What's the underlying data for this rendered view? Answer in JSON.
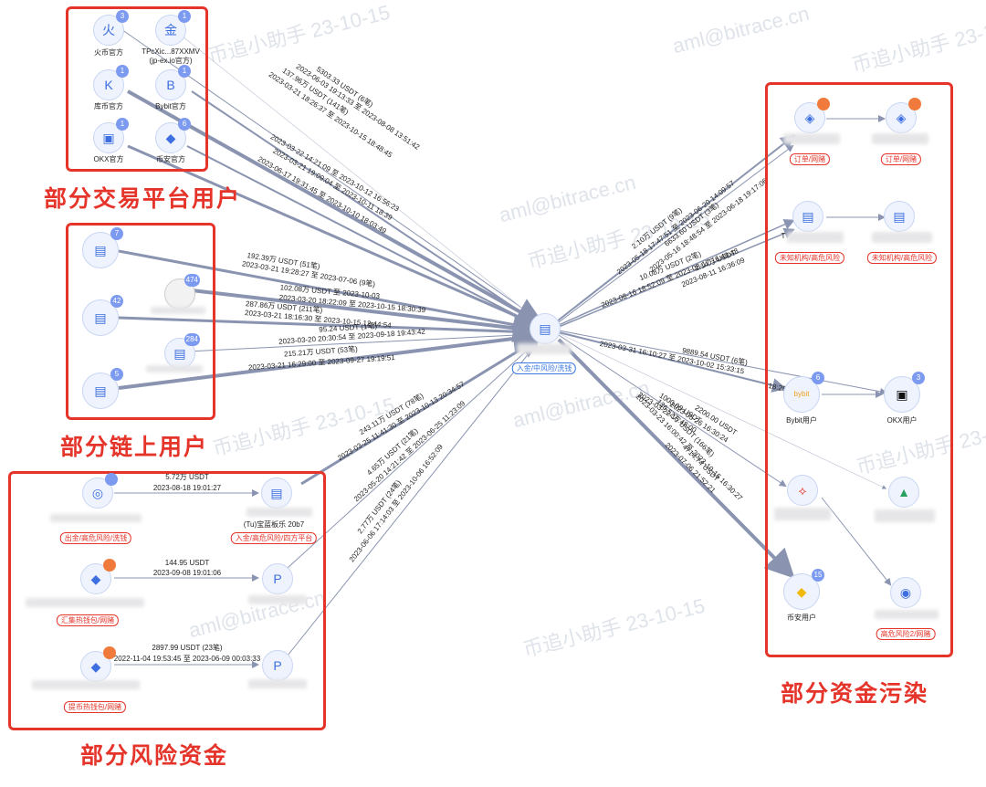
{
  "sections": {
    "exchanges": "部分交易平台用户",
    "onchain": "部分链上用户",
    "risk_funds": "部分风险资金",
    "pollution": "部分资金污染"
  },
  "watermarks": [
    "aml@bitrace.cn",
    "币追小助手 23-10-15"
  ],
  "center": {
    "tag": "入金/中风险/洗钱"
  },
  "exchange_nodes": [
    {
      "label": "火币官方",
      "badge": "3",
      "glyph": "火"
    },
    {
      "label": "TPcXic...87XXMV\n(jp-ex.io官方)",
      "badge": "1",
      "glyph": "金"
    },
    {
      "label": "库币官方",
      "badge": "1",
      "glyph": "K"
    },
    {
      "label": "Bybit官方",
      "badge": "1",
      "glyph": "B"
    },
    {
      "label": "OKX官方",
      "badge": "1",
      "glyph": "▣"
    },
    {
      "label": "币安官方",
      "badge": "6",
      "glyph": "◆"
    }
  ],
  "onchain_nodes": [
    {
      "badge": "7"
    },
    {
      "badge": "474"
    },
    {
      "badge": "42"
    },
    {
      "badge": "284"
    },
    {
      "badge": "5"
    }
  ],
  "risk_nodes": {
    "r1_left_tag": "出金/高危风险/洗钱",
    "r1_right_tag": "入金/高危风险/四方平台",
    "r1_right_label": "(Tu)宝蓝板乐 20b7",
    "r1_edge": [
      "5.72万 USDT",
      "2023-08-18 19:01:27"
    ],
    "r2_left_tag": "汇集热钱包/网赌",
    "r2_edge": [
      "144.95 USDT",
      "2023-09-08 19:01:06"
    ],
    "r3_left_tag": "提币热钱包/网赌",
    "r3_edge": [
      "2897.99 USDT (23笔)",
      "2022-11-04 19:53:45 至 2023-06-09 00:03:33"
    ]
  },
  "pollution_nodes": {
    "p1_tag": "订单/网赌",
    "p2_tag": "订单/网赌",
    "p3_tag": "未知机构/高危风险",
    "p3_label": "T",
    "p4_tag": "未知机构/高危风险",
    "p5_label": "Bybit用户",
    "p6_label": "OKX用户",
    "p6_badge": "3",
    "p5_badge": "6",
    "p9_label": "币安用户",
    "p9_badge": "15",
    "p10_tag": "高危风险2/网赌"
  },
  "edge_texts": {
    "ex": [
      "5303.33 USDT (6笔)",
      "2023-06-03 19:13:33 至 2023-08-08 13:51:42",
      "137.96万 USDT (141笔)",
      "2023-03-21 18:26:37 至 2023-10-15 18:48:45",
      "2023-03-22 14:21:09 至 2023-10-12 16:56:23",
      "2023-03-21 19:09:04 至 2023-10-11 18:39",
      "2023-06-17 19:31:45 至 2023-10-10 18:03:49"
    ],
    "oc": [
      "192.39万 USDT (51笔)",
      "2023-03-21 19:28:27 至 2023-07-06 (9笔)",
      "102.08万 USDT 至 2023-10-03",
      "2023-03-20 18:22:09 至 2023-10-15 18:30:39",
      "287.86万 USDT (211笔)",
      "2023-03-21 18:16:30 至 2023-10-15 12:44:54",
      "95.24 USDT (1笔)",
      "2023-03-20 20:30:54 至 2023-09-18 19:43:42",
      "215.21万 USDT (53笔)",
      "2023-03-21 16:29:00 至 2023-09-27 19:19:51"
    ],
    "rk": [
      "243.11万 USDT (78笔)",
      "2023-03-25 11:41:30 至 2023-10-13 20:34:57",
      "4.65万 USDT (21笔)",
      "2023-05-20 14:21:42 至 2023-06-25 11:23:09",
      "2.77万 USDT (24笔)",
      "2023-06-06 17:14:03 至 2023-10-06 16:52:09"
    ],
    "po": [
      "2.10万 USDT (9笔)",
      "2023-05-18 17:47:51 至 2023-06-20 14:09:57",
      "6633.60 USDT (3笔)",
      "2023-05-16 18:48:54 至 2023-06-18 19:17:06",
      "10.08万 USDT (2笔)",
      "2023-08-16 18:52:09 至 2023-08-17 16:49:48",
      "2.14万 USDT",
      "2023-08-11 16:36:09",
      "9889.54 USDT (6笔)",
      "2023-03-31 16:10:27 至 2023-10-02 15:33:15",
      "1000.00 USDT",
      "2023-03-22 16:48:00",
      "2200.00 USDT",
      "2023-05-26 16:30:24",
      "4714.74 USDT",
      "2023-07-06 21:52:21",
      "136.52万 USDT (166笔)",
      "2023-03-23 16:00:42 至 2023-10-15 16:30:27",
      "18:25:06"
    ]
  },
  "colors": {
    "red": "#e5342a",
    "edge": "#8a94b0",
    "node_fill": "#eef3fd",
    "badge": "#7c9af0"
  }
}
